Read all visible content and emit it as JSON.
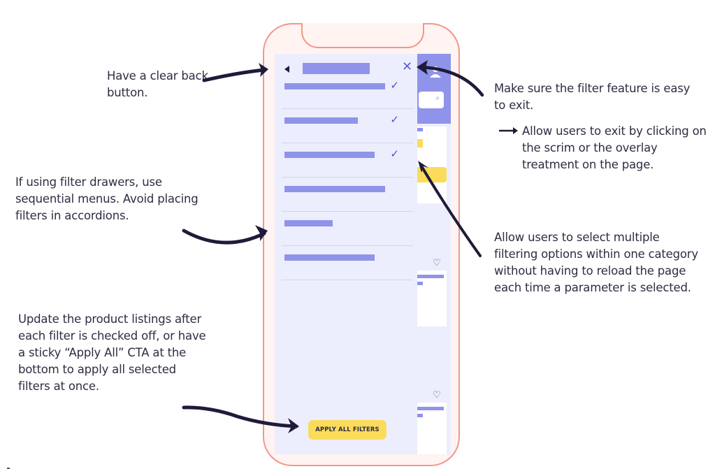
{
  "annotations": {
    "back": "Have a clear back button.",
    "sequential": "If using filter drawers, use sequential menus. Avoid placing filters in accordions.",
    "update": "Update the product listings after each filter is checked off, or have a sticky “Apply All” CTA at the bottom to apply all selected filters at once.",
    "exit": "Make sure the filter feature is easy to exit.",
    "scrim": "Allow users to exit by clicking on the scrim or the overlay treatment on the page.",
    "multi": "Allow users to select multiple filtering options within one category without having to reload the page each time a parameter is selected."
  },
  "drawer": {
    "back_icon": "back-triangle-icon",
    "close_icon": "✕",
    "check_icon": "✓",
    "filters": [
      {
        "bar_fill": 0.77,
        "checked": true
      },
      {
        "bar_fill": 0.56,
        "checked": true
      },
      {
        "bar_fill": 0.69,
        "checked": true
      },
      {
        "bar_fill": 0.77,
        "checked": false
      },
      {
        "bar_fill": 0.37,
        "checked": false
      },
      {
        "bar_fill": 0.69,
        "checked": false
      }
    ],
    "apply_button": "APPLY ALL FILTERS"
  },
  "background_page": {
    "search_icon": "⌕",
    "heart_icon": "♡"
  },
  "colors": {
    "accent": "#8f93ea",
    "cta": "#fadc5a",
    "phone_outline": "#f3968a",
    "drawer_bg": "#eceefd",
    "arrow": "#1e1b3a"
  }
}
